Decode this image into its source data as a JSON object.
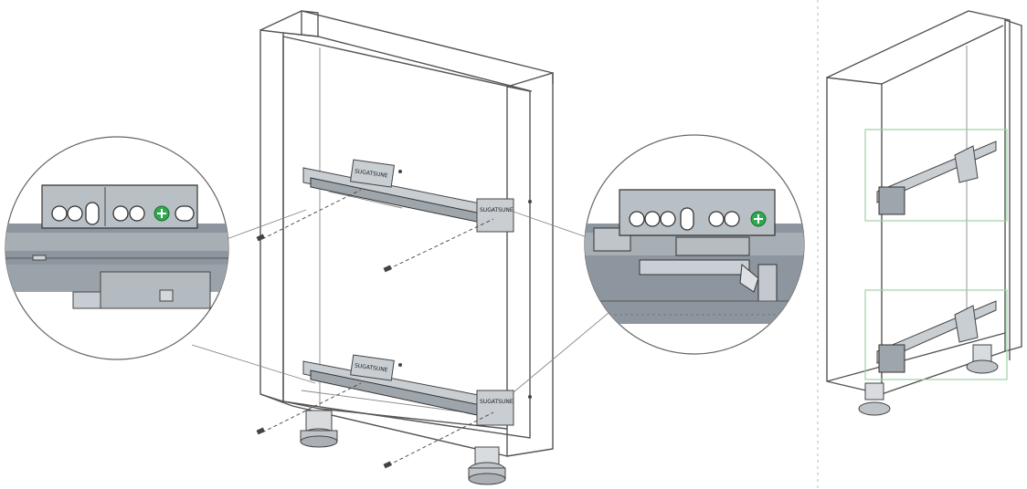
{
  "labels": {
    "bracket_brand_top": "SUGATSUNE",
    "bracket_brand_bottom": "SUGATSUNE",
    "bracket_rear_top": "SUGATSUNE",
    "bracket_rear_bottom": "SUGATSUNE"
  },
  "colors": {
    "line": "#555555",
    "zoom_fill": "#8d969e",
    "screw_ok": "#2fa84f",
    "highlight_box": "#9cd3a6"
  }
}
